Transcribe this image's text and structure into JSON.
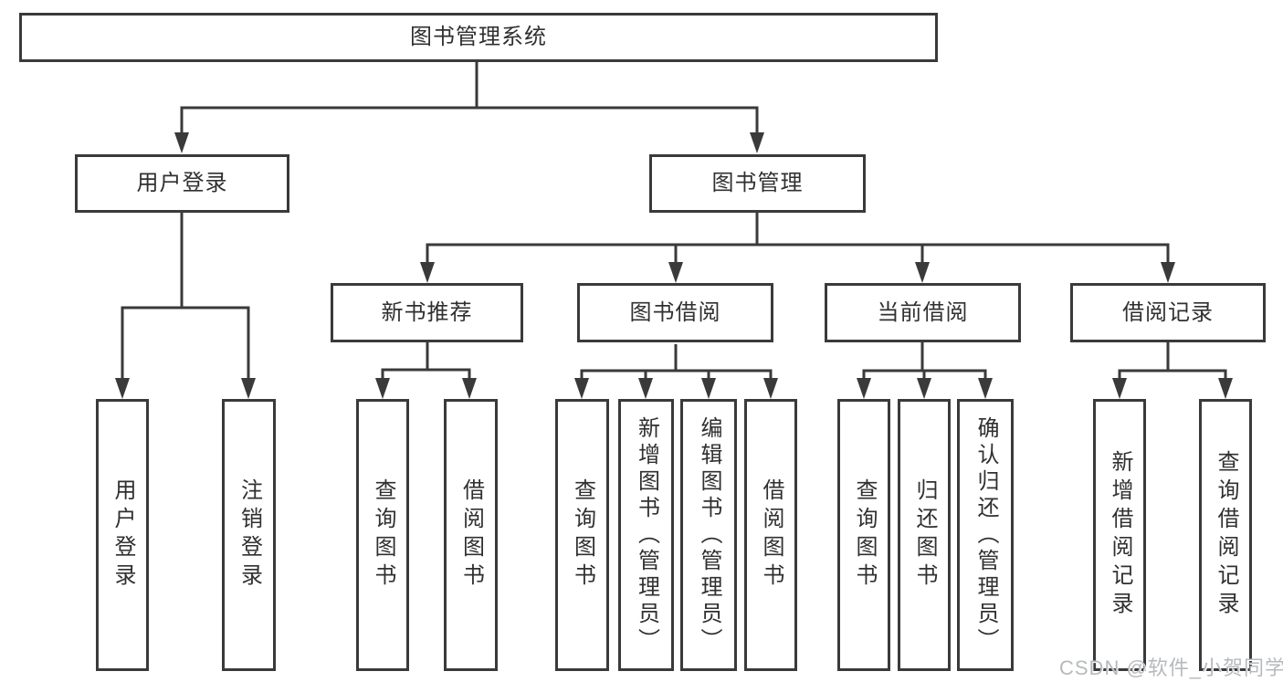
{
  "diagram": {
    "type": "hierarchy-tree",
    "watermark": "CSDN @软件_小贺同学",
    "colors": {
      "background": "#ffffff",
      "line": "#3a3a3a",
      "box_border": "#3a3a3a",
      "text": "#303030",
      "watermark": "#b6babd"
    },
    "tree": {
      "label": "图书管理系统",
      "children": [
        {
          "label": "用户登录",
          "children": [
            {
              "label": "用户登录"
            },
            {
              "label": "注销登录"
            }
          ]
        },
        {
          "label": "图书管理",
          "children": [
            {
              "label": "新书推荐",
              "children": [
                {
                  "label": "查询图书"
                },
                {
                  "label": "借阅图书"
                }
              ]
            },
            {
              "label": "图书借阅",
              "children": [
                {
                  "label": "查询图书"
                },
                {
                  "label": "新增图书（管理员）"
                },
                {
                  "label": "编辑图书（管理员）"
                },
                {
                  "label": "借阅图书"
                }
              ]
            },
            {
              "label": "当前借阅",
              "children": [
                {
                  "label": "查询图书"
                },
                {
                  "label": "归还图书"
                },
                {
                  "label": "确认归还（管理员）"
                }
              ]
            },
            {
              "label": "借阅记录",
              "children": [
                {
                  "label": "新增借阅记录"
                },
                {
                  "label": "查询借阅记录"
                }
              ]
            }
          ]
        }
      ]
    }
  }
}
